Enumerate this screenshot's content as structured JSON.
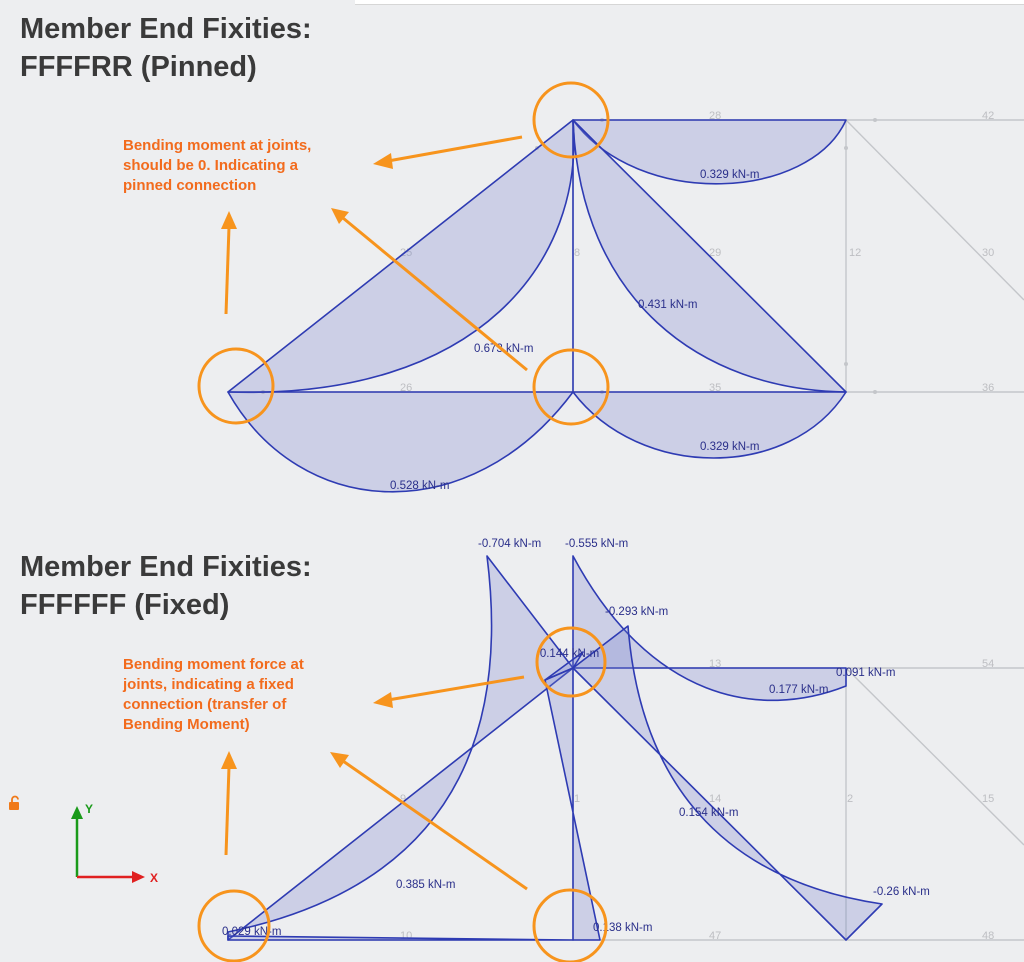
{
  "sections": {
    "pinned": {
      "title_line1": "Member End Fixities:",
      "title_line2": "FFFFRR (Pinned)",
      "note_lines": [
        "Bending moment at joints,",
        "should be 0. Indicating a",
        "pinned connection"
      ],
      "member_ids": [
        "28",
        "42",
        "25",
        "8",
        "29",
        "12",
        "30",
        "26",
        "35",
        "36"
      ],
      "moment_labels": [
        "0.329 kN-m",
        "0.431 kN-m",
        "0.673 kN-m",
        "0.329 kN-m",
        "0.528 kN-m"
      ]
    },
    "fixed": {
      "title_line1": "Member End Fixities:",
      "title_line2": "FFFFFF (Fixed)",
      "note_lines": [
        "Bending moment force at",
        "joints, indicating a fixed",
        "connection (transfer of",
        "Bending Moment)"
      ],
      "member_ids": [
        "13",
        "54",
        "9",
        "1",
        "14",
        "2",
        "15",
        "10",
        "47",
        "48"
      ],
      "moment_labels": [
        "-0.704 kN-m",
        "-0.555 kN-m",
        "-0.293 kN-m",
        "-0.144 kN-m",
        "0.091 kN-m",
        "0.177 kN-m",
        "0.154 kN-m",
        "0.385 kN-m",
        "-0.26 kN-m",
        "0.029 kN-m",
        "0.138 kN-m"
      ]
    }
  },
  "axes": {
    "x_label": "X",
    "y_label": "Y"
  },
  "icons": [
    "lock-open-icon"
  ],
  "colors": {
    "annotation": "#f26b1d",
    "highlight": "#f7941d",
    "moment_stroke": "#2e3bb3",
    "moment_fill": "rgba(120,128,205,0.28)",
    "x_axis": "#e02020",
    "y_axis": "#1a9a1a"
  }
}
